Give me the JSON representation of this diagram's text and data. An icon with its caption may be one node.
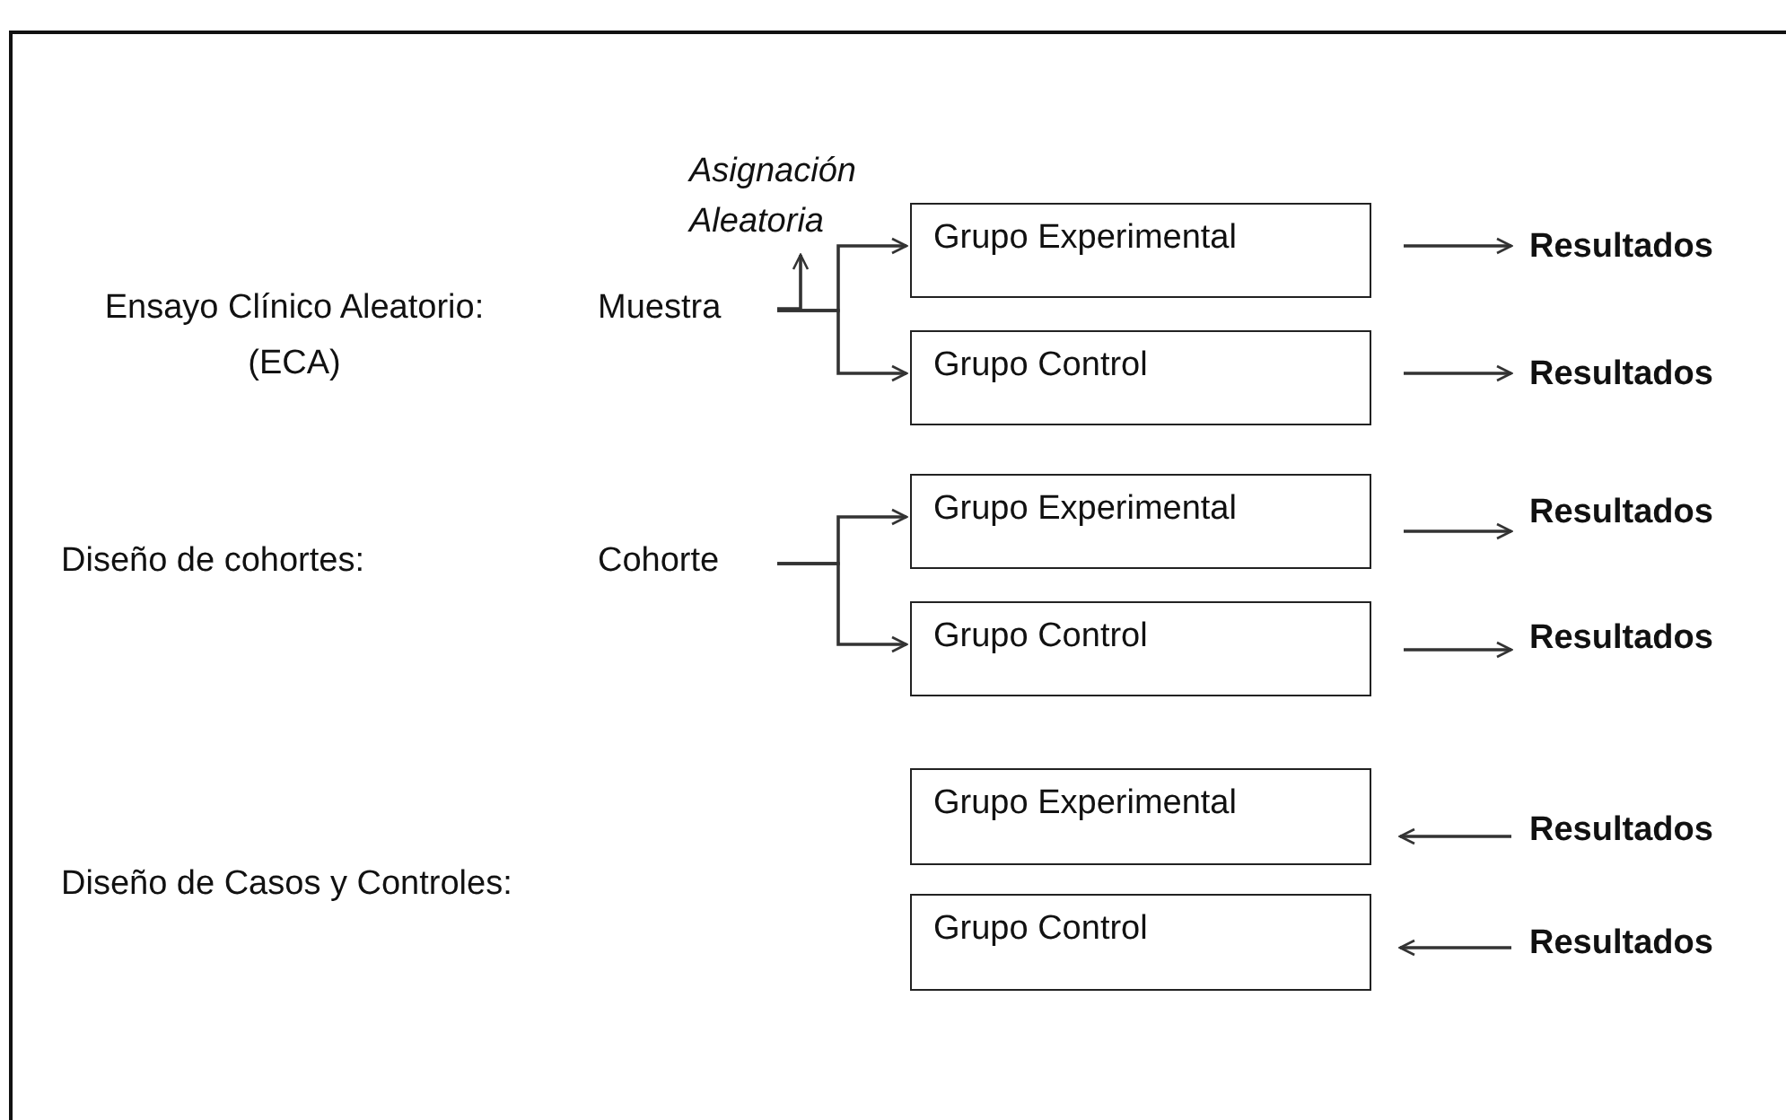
{
  "diagram": {
    "nodes": [
      {
        "text": [
          "Muestra"
        ]
      },
      {
        "text": [
          "Asignación Aleatoria"
        ]
      },
      {
        "text": [
          "Grupo Experimental"
        ]
      },
      {
        "text": [
          "Grupo Control"
        ]
      },
      {
        "text": [
          "Resultados"
        ]
      },
      {
        "text": [
          "Resultados"
        ]
      },
      {
        "text": [
          "Cohorte"
        ]
      },
      {
        "text": [
          "Grupo Experimental"
        ]
      },
      {
        "text": [
          "Grupo Control"
        ]
      },
      {
        "text": [
          "Resultados"
        ]
      },
      {
        "text": [
          "Resultados"
        ]
      },
      {
        "text": [
          "Grupo Experimental"
        ]
      },
      {
        "text": [
          "Grupo Control"
        ]
      },
      {
        "text": [
          "Resultados"
        ]
      },
      {
        "text": [
          "Resultados"
        ]
      }
    ],
    "edges": [
      {
        "from": 0,
        "to": 1,
        "arrow": "to"
      },
      {
        "from": 0,
        "to": 2,
        "arrow": "to"
      },
      {
        "from": 0,
        "to": 3,
        "arrow": "to"
      },
      {
        "from": 2,
        "to": 4,
        "arrow": "to"
      },
      {
        "from": 3,
        "to": 5,
        "arrow": "to"
      },
      {
        "from": 6,
        "to": 7,
        "arrow": "to"
      },
      {
        "from": 6,
        "to": 8,
        "arrow": "to"
      },
      {
        "from": 7,
        "to": 9,
        "arrow": "to"
      },
      {
        "from": 8,
        "to": 10,
        "arrow": "to"
      },
      {
        "from": 13,
        "to": 11,
        "arrow": "to"
      },
      {
        "from": 14,
        "to": 12,
        "arrow": "to"
      }
    ],
    "labels": [
      "Ensayo Clínico Aleatorio: (ECA)",
      "Diseño de cohortes:",
      "Diseño de Casos y Controles:"
    ]
  }
}
